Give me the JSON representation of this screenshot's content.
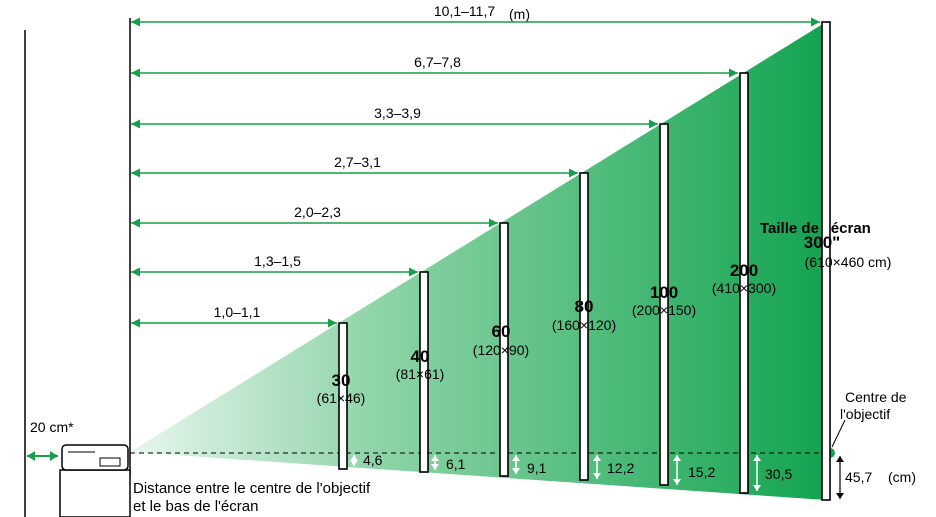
{
  "colors": {
    "green": "#12a350",
    "green_light": "#e8f6ee",
    "arrow": "#16a04a"
  },
  "wall_distance": "20 cm*",
  "lens_center_label": [
    "Centre de",
    "l'objectif"
  ],
  "bottom_caption": [
    "Distance entre le centre de l'objectif",
    "et le bas de l'écran"
  ],
  "screen_title": "Taille de l'écran",
  "unit_m": "(m)",
  "unit_cm": "(cm)",
  "screens": [
    {
      "size": "30",
      "dims": "(61×46)",
      "distance": "1,0–1,1",
      "offset": "4,6"
    },
    {
      "size": "40",
      "dims": "(81×61)",
      "distance": "1,3–1,5",
      "offset": "6,1"
    },
    {
      "size": "60",
      "dims": "(120×90)",
      "distance": "2,0–2,3",
      "offset": "9,1"
    },
    {
      "size": "80",
      "dims": "(160×120)",
      "distance": "2,7–3,1",
      "offset": "12,2"
    },
    {
      "size": "100",
      "dims": "(200×150)",
      "distance": "3,3–3,9",
      "offset": "15,2"
    },
    {
      "size": "200",
      "dims": "(410×300)",
      "distance": "6,7–7,8",
      "offset": "30,5"
    },
    {
      "size": "300\"",
      "dims": "(610×460 cm)",
      "distance": "10,1–11,7",
      "offset": "45,7"
    }
  ]
}
